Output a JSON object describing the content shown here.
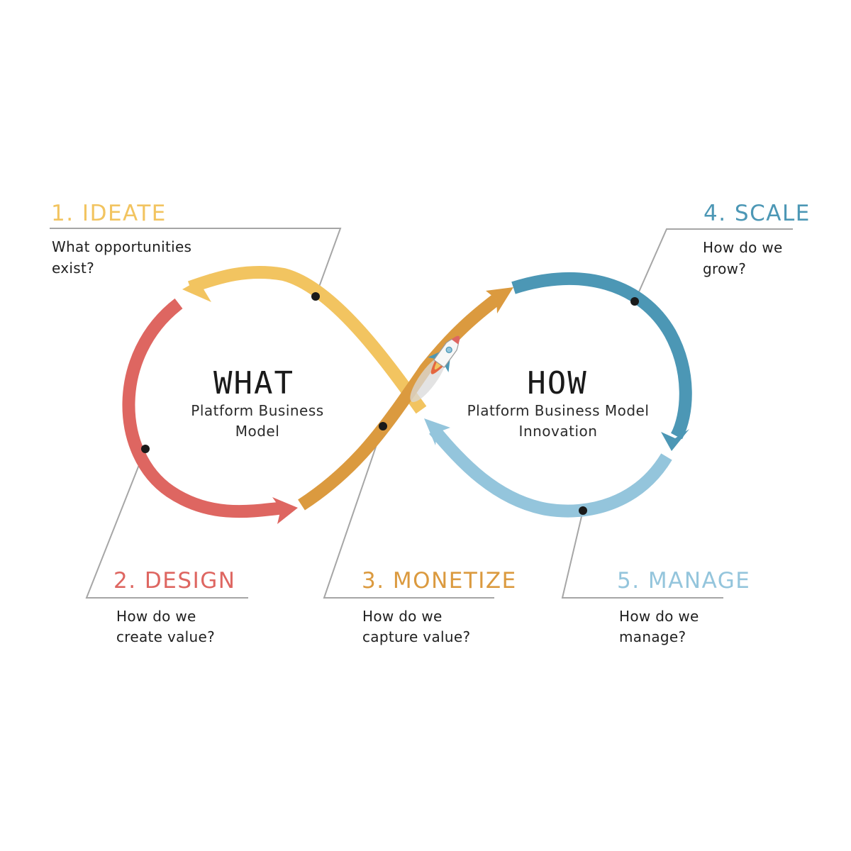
{
  "colors": {
    "ideate": "#F2C460",
    "design": "#DE6661",
    "monetize": "#DB9A3F",
    "scale": "#4C97B5",
    "manage": "#94C5DC",
    "leader_line": "#A6A6A6",
    "dot": "#1a1a1a"
  },
  "steps": [
    {
      "id": "ideate",
      "title": "1. IDEATE",
      "question": [
        "What opportunities",
        "exist?"
      ]
    },
    {
      "id": "design",
      "title": "2. DESIGN",
      "question": [
        "How do we",
        "create value?"
      ]
    },
    {
      "id": "monetize",
      "title": "3. MONETIZE",
      "question": [
        "How do we",
        "capture value?"
      ]
    },
    {
      "id": "scale",
      "title": "4. SCALE",
      "question": [
        "How do we",
        "grow?"
      ]
    },
    {
      "id": "manage",
      "title": "5. MANAGE",
      "question": [
        "How do we",
        "manage?"
      ]
    }
  ],
  "loops": {
    "what": {
      "title": "WHAT",
      "subtitle": [
        "Platform Business",
        "Model"
      ]
    },
    "how": {
      "title": "HOW",
      "subtitle": [
        "Platform Business Model",
        "Innovation"
      ]
    }
  },
  "icons": {
    "rocket": "rocket-icon"
  }
}
